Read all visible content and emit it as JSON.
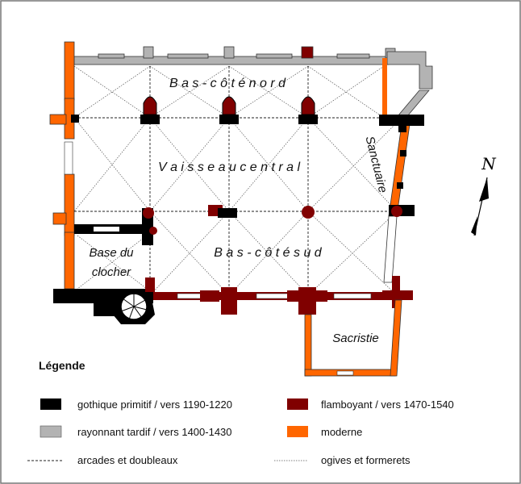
{
  "plan": {
    "labels": {
      "north_aisle": "B a s - c ô t é  n o r d",
      "nave": "V a i s s e a u  c e n t r a l",
      "south_aisle": "B a s - c ô t é  s u d",
      "sanctuary": "Sanctuaire",
      "tower_base_line1": "Base du",
      "tower_base_line2": "clocher",
      "sacristy": "Sacristie"
    },
    "north": "N"
  },
  "legend": {
    "title": "Légende",
    "items": [
      {
        "label": "gothique primitif / vers 1190-1220",
        "color": "#000000"
      },
      {
        "label": "flamboyant / vers 1470-1540",
        "color": "#800000"
      },
      {
        "label": "rayonnant tardif / vers 1400-1430",
        "color": "#b3b3b3"
      },
      {
        "label": "moderne",
        "color": "#ff6600"
      }
    ],
    "lines": [
      {
        "label": "arcades et doubleaux"
      },
      {
        "label": "ogives et formerets"
      }
    ]
  },
  "colors": {
    "early_gothic": "#000000",
    "flamboyant": "#800000",
    "late_rayonnant": "#b3b3b3",
    "modern": "#ff6600",
    "frame": "#777777"
  }
}
